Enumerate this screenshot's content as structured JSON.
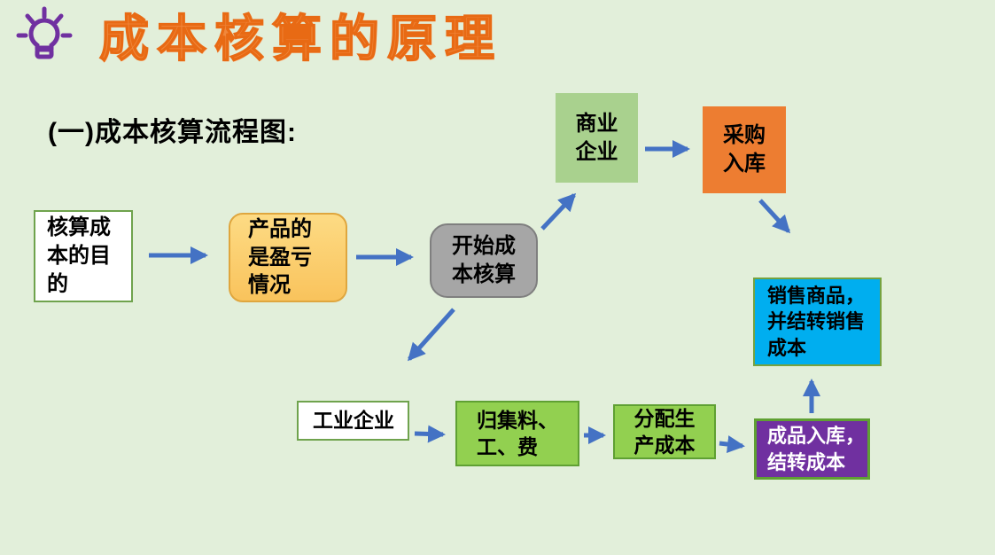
{
  "slide": {
    "title": "成本核算的原理",
    "subtitle": "(一)成本核算流程图:",
    "background_color": "#E2EFDA",
    "title_color": "#ED7D31",
    "arrow_color": "#4472C4",
    "bulb_icon_color": "#7030A0"
  },
  "flowchart": {
    "nodes": [
      {
        "id": "cost-goal",
        "label": "核算成\n本的目\n的",
        "fill": "#FFFFFF",
        "text_color": "#000000",
        "shape": "rect"
      },
      {
        "id": "product-profit",
        "label": "产品的\n是盈亏\n情况",
        "fill": "#FBCB69",
        "text_color": "#000000",
        "shape": "rounded"
      },
      {
        "id": "start-accounting",
        "label": "开始成\n本核算",
        "fill": "#A6A6A6",
        "text_color": "#000000",
        "shape": "rounded"
      },
      {
        "id": "commercial-enterprise",
        "label": "商业\n企业",
        "fill": "#A9D18E",
        "text_color": "#000000",
        "shape": "rect"
      },
      {
        "id": "purchase-inbound",
        "label": "采购\n入库",
        "fill": "#ED7D31",
        "text_color": "#000000",
        "shape": "rect"
      },
      {
        "id": "sell-goods",
        "label": "销售商品，\n并结转销售\n成本",
        "fill": "#00AEEF",
        "text_color": "#000000",
        "shape": "rect"
      },
      {
        "id": "industrial-enterprise",
        "label": "工业企业",
        "fill": "#FFFFFF",
        "text_color": "#000000",
        "shape": "rect"
      },
      {
        "id": "collect-costs",
        "label": "归集料、\n工、费",
        "fill": "#92D050",
        "text_color": "#000000",
        "shape": "rect"
      },
      {
        "id": "allocate-production-cost",
        "label": "分配生\n产成本",
        "fill": "#92D050",
        "text_color": "#000000",
        "shape": "rect"
      },
      {
        "id": "finished-goods-inbound",
        "label": "成品入库，\n结转成本",
        "fill": "#7030A0",
        "text_color": "#FFFFFF",
        "shape": "rect"
      }
    ],
    "edges": [
      {
        "from": "cost-goal",
        "to": "product-profit"
      },
      {
        "from": "product-profit",
        "to": "start-accounting"
      },
      {
        "from": "start-accounting",
        "to": "commercial-enterprise"
      },
      {
        "from": "commercial-enterprise",
        "to": "purchase-inbound"
      },
      {
        "from": "purchase-inbound",
        "to": "sell-goods"
      },
      {
        "from": "start-accounting",
        "to": "industrial-enterprise"
      },
      {
        "from": "industrial-enterprise",
        "to": "collect-costs"
      },
      {
        "from": "collect-costs",
        "to": "allocate-production-cost"
      },
      {
        "from": "allocate-production-cost",
        "to": "finished-goods-inbound"
      },
      {
        "from": "finished-goods-inbound",
        "to": "sell-goods"
      }
    ]
  }
}
